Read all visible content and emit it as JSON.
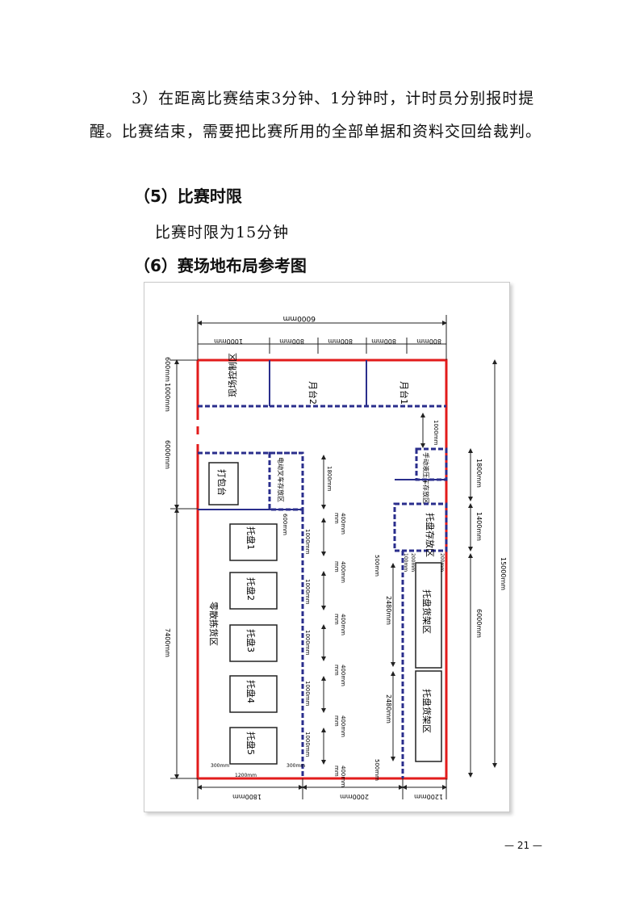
{
  "paragraph_3": "3）在距离比赛结束3分钟、1分钟时，计时员分别报时提醒。比赛结束，需要把比赛所用的全部单据和资料交回给裁判。",
  "heading_5": "（5）比赛时限",
  "time_limit": "比赛时限为15分钟",
  "heading_6": "（6）赛场地布局参考图",
  "layout": {
    "zones": {
      "control": "现场控制区",
      "stage2": "月台2",
      "stage1": "月台1",
      "pack": "打包台",
      "trolley": "手动液压车存放区",
      "forklift": "电动叉车存放区",
      "pallet_store": "托盘存放区",
      "pick": "零散拣货区",
      "rack_upper": "托盘货架区",
      "rack_lower": "托盘货架区"
    },
    "pallets": [
      "托盘1",
      "托盘2",
      "托盘3",
      "托盘4",
      "托盘5"
    ],
    "dims": {
      "total_w": "6000mm",
      "top_1000": "1000mm",
      "top_800a": "800mm",
      "top_800b": "800mm",
      "top_800c": "800mm",
      "top_800d": "800mm",
      "left_600": "600mm",
      "left_1000": "1000mm",
      "left_6000": "6000mm",
      "left_7400": "7400mm",
      "right_15000": "15000mm",
      "right_1000": "1000mm",
      "right_1800": "1800mm",
      "right_1400": "1400mm",
      "right_6000": "6000mm",
      "bot_1800": "1800mm",
      "bot_2000": "2000mm",
      "bot_1200": "1200mm",
      "bot_300a": "300mm",
      "bot_300b": "300mm",
      "bot_1200b": "1200mm",
      "fork_1800": "1800mm",
      "fork_600": "600mm",
      "aisle_1000": "1000mm",
      "aisle_400": "400mm",
      "mm": "mm",
      "rack_2480a": "2480mm",
      "rack_2480b": "2480mm",
      "rack_500a": "500mm",
      "rack_500b": "500mm",
      "rack_100": "100mm",
      "rack_200a": "200mm",
      "rack_200b": "200mm"
    }
  },
  "page_number": "— 21 —",
  "colors": {
    "boundary": "#e21b1b",
    "zone": "#2a2e8c"
  }
}
